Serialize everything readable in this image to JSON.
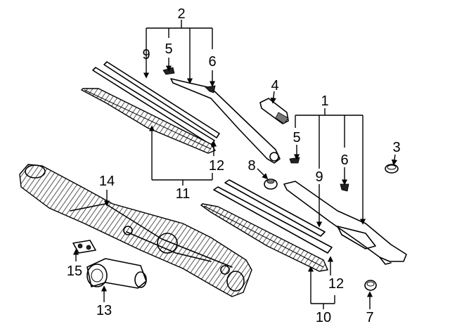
{
  "callouts": {
    "c1": "1",
    "c2": "2",
    "c3": "3",
    "c4": "4",
    "c5a": "5",
    "c5b": "5",
    "c6a": "6",
    "c6b": "6",
    "c7": "7",
    "c8": "8",
    "c9a": "9",
    "c9b": "9",
    "c10": "10",
    "c11": "11",
    "c12a": "12",
    "c12b": "12",
    "c13": "13",
    "c14": "14",
    "c15": "15"
  },
  "colors": {
    "line": "#000000",
    "background": "#ffffff",
    "shade": "#777777"
  }
}
